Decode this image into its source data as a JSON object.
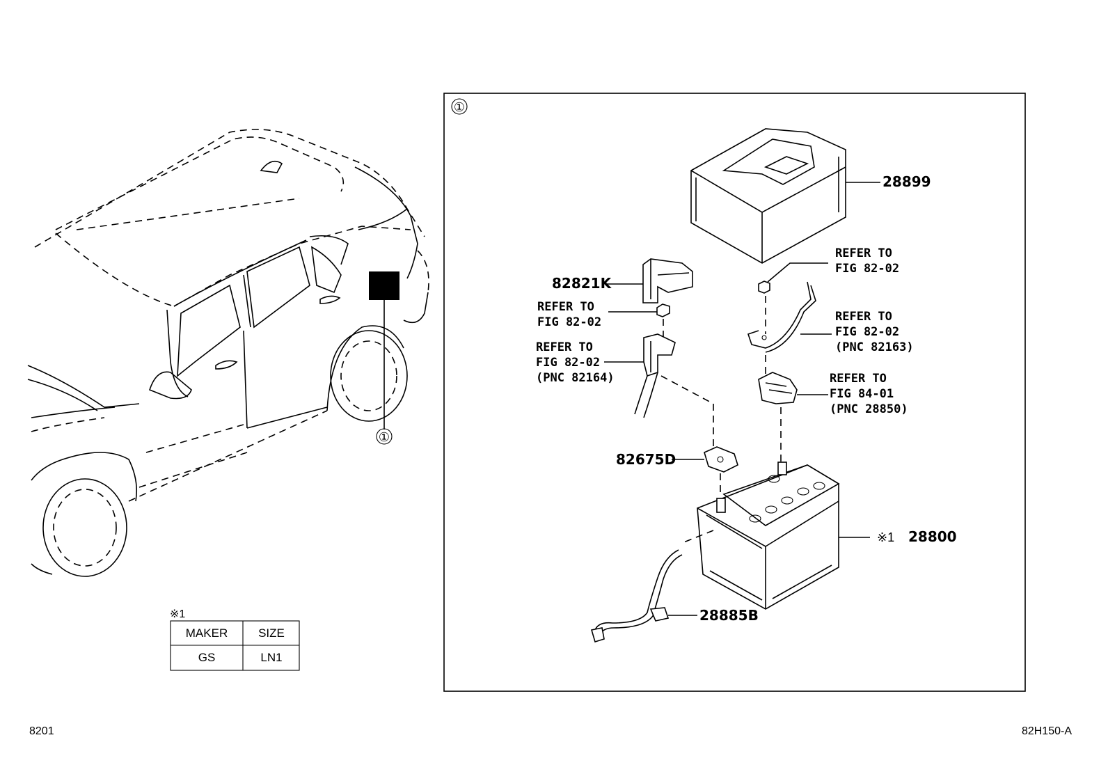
{
  "circle_ref": "①",
  "parts": {
    "p28899": "28899",
    "p82821k": "82821K",
    "p82675d": "82675D",
    "p28800": "28800",
    "p28885b": "28885B",
    "note_mark": "※1"
  },
  "refs": {
    "r1": [
      "REFER TO",
      "FIG 82-02"
    ],
    "r2": [
      "REFER TO",
      "FIG 82-02"
    ],
    "r3": [
      "REFER TO",
      "FIG 82-02",
      "(PNC 82163)"
    ],
    "r4": [
      "REFER TO",
      "FIG 82-02",
      "(PNC 82164)"
    ],
    "r5": [
      "REFER TO",
      "FIG 84-01",
      "(PNC 28850)"
    ]
  },
  "spec_table": {
    "mark": "※1",
    "headers": [
      "MAKER",
      "SIZE"
    ],
    "row": [
      "GS",
      "LN1"
    ]
  },
  "footer": {
    "left": "8201",
    "right": "82H150-A"
  }
}
